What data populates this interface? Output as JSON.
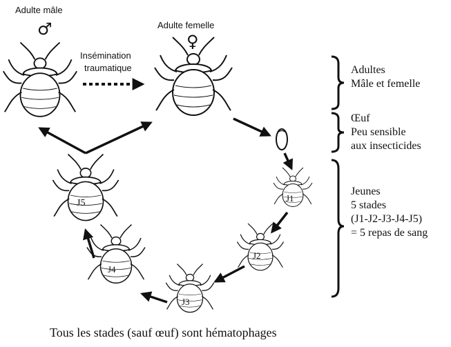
{
  "adult_male": {
    "label": "Adulte mâle",
    "symbol": "♂"
  },
  "adult_female": {
    "label": "Adulte femelle",
    "symbol": "♀"
  },
  "insemination": {
    "line1": "Insémination",
    "line2": "traumatique"
  },
  "stages": {
    "j1": "J1",
    "j2": "J2",
    "j3": "J3",
    "j4": "J4",
    "j5": "J5"
  },
  "groups": {
    "adults": {
      "lines": [
        "Adultes",
        "Mâle et femelle"
      ]
    },
    "egg": {
      "lines": [
        "Œuf",
        "Peu sensible",
        "aux insecticides"
      ]
    },
    "young": {
      "lines": [
        "Jeunes",
        "5 stades",
        "(J1-J2-J3-J4-J5)",
        "= 5 repas de sang"
      ]
    }
  },
  "caption": "Tous les stades (sauf œuf) sont hématophages",
  "colors": {
    "ink": "#111111",
    "background": "#ffffff"
  }
}
